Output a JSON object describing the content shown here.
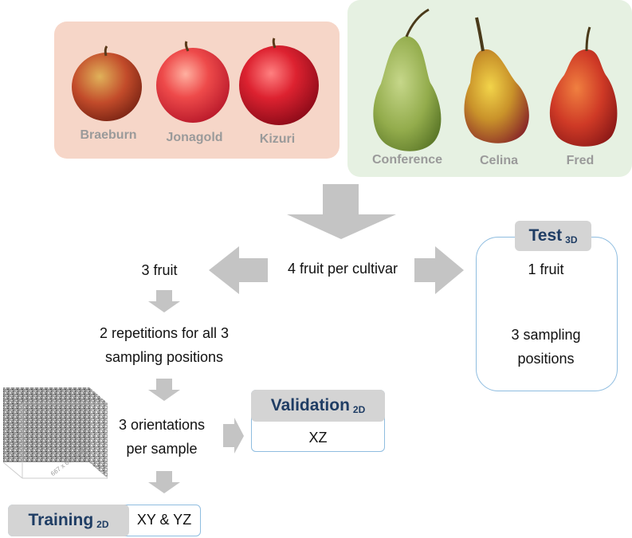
{
  "colors": {
    "apple_panel": "#f6d6c8",
    "pear_panel": "#e6f1e2",
    "arrow_gray": "#c4c4c4",
    "box_border": "#8fbde0",
    "tab_bg": "#d4d4d4",
    "tab_text": "#1f3d64",
    "label_gray": "#9a9a9a"
  },
  "apples": [
    {
      "label": "Braeburn",
      "icon": "braeburn-apple-photo"
    },
    {
      "label": "Jonagold",
      "icon": "jonagold-apple-photo"
    },
    {
      "label": "Kizuri",
      "icon": "kizuri-apple-photo"
    }
  ],
  "pears": [
    {
      "label": "Conference",
      "icon": "conference-pear-photo"
    },
    {
      "label": "Celina",
      "icon": "celina-pear-photo"
    },
    {
      "label": "Fred",
      "icon": "fred-pear-photo"
    }
  ],
  "flow": {
    "center": "4 fruit per cultivar",
    "left_branch": "3 fruit",
    "repetitions_line1": "2 repetitions for all 3",
    "repetitions_line2": "sampling positions",
    "orientations_line1": "3 orientations",
    "orientations_line2": "per sample"
  },
  "test": {
    "title": "Test",
    "sub": "3D",
    "line1": "1 fruit",
    "line2": "3 sampling",
    "line3": "positions"
  },
  "validation": {
    "title": "Validation",
    "sub": "2D",
    "value": "XZ"
  },
  "training": {
    "title": "Training",
    "sub": "2D",
    "value": "XY & YZ"
  },
  "volume_label": "667 x 667 x 667"
}
